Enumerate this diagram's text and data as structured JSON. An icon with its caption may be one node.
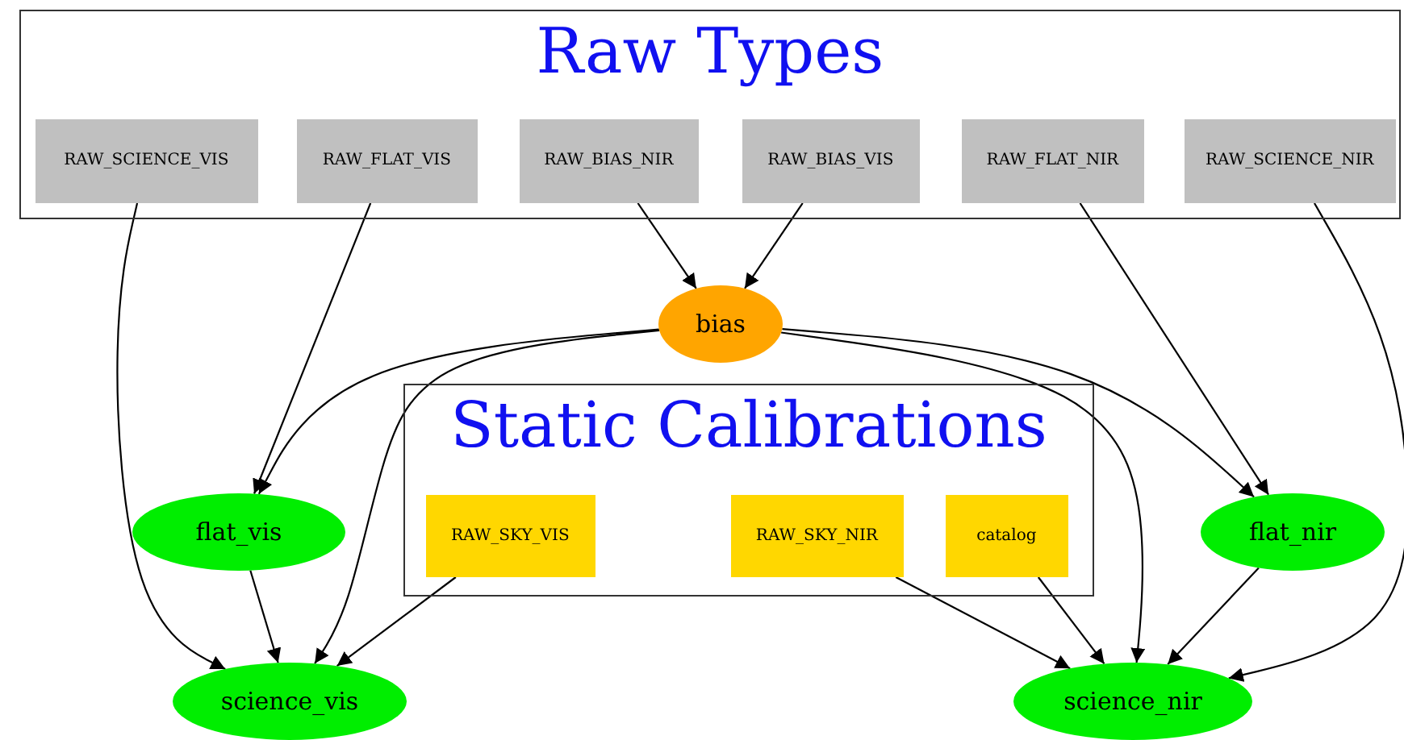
{
  "diagram": {
    "nodes": [
      {
        "text": [
          "Raw Types"
        ]
      },
      {
        "text": [
          "RAW_SCIENCE_VIS"
        ],
        "in": 0
      },
      {
        "text": [
          "RAW_FLAT_VIS"
        ],
        "in": 0
      },
      {
        "text": [
          "RAW_BIAS_NIR"
        ],
        "in": 0
      },
      {
        "text": [
          "RAW_BIAS_VIS"
        ],
        "in": 0
      },
      {
        "text": [
          "RAW_FLAT_NIR"
        ],
        "in": 0
      },
      {
        "text": [
          "RAW_SCIENCE_NIR"
        ],
        "in": 0
      },
      {
        "text": [
          "bias"
        ]
      },
      {
        "text": [
          "Static Calibrations"
        ]
      },
      {
        "text": [
          "RAW_SKY_VIS"
        ],
        "in": 8
      },
      {
        "text": [
          "RAW_SKY_NIR"
        ],
        "in": 8
      },
      {
        "text": [
          "catalog"
        ],
        "in": 8
      },
      {
        "text": [
          "flat_vis"
        ]
      },
      {
        "text": [
          "flat_nir"
        ]
      },
      {
        "text": [
          "science_vis"
        ]
      },
      {
        "text": [
          "science_nir"
        ]
      }
    ],
    "edges": [
      {
        "from": 1,
        "to": 14,
        "arrow": "to"
      },
      {
        "from": 2,
        "to": 12,
        "arrow": "to"
      },
      {
        "from": 3,
        "to": 7,
        "arrow": "to"
      },
      {
        "from": 4,
        "to": 7,
        "arrow": "to"
      },
      {
        "from": 7,
        "to": 12,
        "arrow": "to"
      },
      {
        "from": 7,
        "to": 14,
        "arrow": "to"
      },
      {
        "from": 7,
        "to": 13,
        "arrow": "to"
      },
      {
        "from": 7,
        "to": 15,
        "arrow": "to"
      },
      {
        "from": 5,
        "to": 13,
        "arrow": "to"
      },
      {
        "from": 6,
        "to": 15,
        "arrow": "to"
      },
      {
        "from": 12,
        "to": 14,
        "arrow": "to"
      },
      {
        "from": 9,
        "to": 14,
        "arrow": "to"
      },
      {
        "from": 10,
        "to": 15,
        "arrow": "to"
      },
      {
        "from": 11,
        "to": 15,
        "arrow": "to"
      },
      {
        "from": 13,
        "to": 15,
        "arrow": "to"
      }
    ]
  }
}
